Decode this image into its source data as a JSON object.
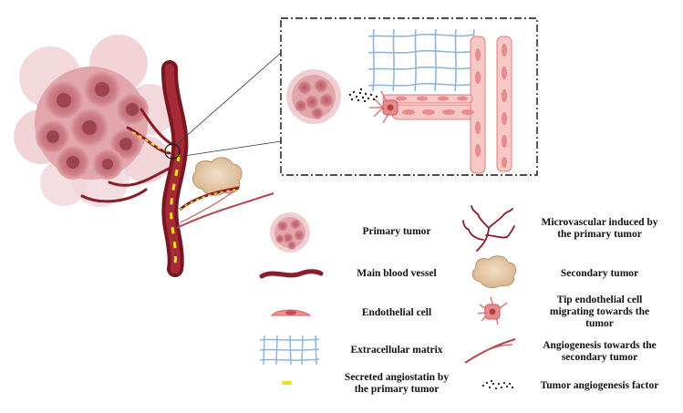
{
  "legend": {
    "primary_tumor": "Primary tumor",
    "main_blood_vessel": "Main blood vessel",
    "endothelial_cell": "Endothelial cell",
    "extracellular_matrix": "Extracellular matrix",
    "secreted_angiostatin": "Secreted angiostatin by\nthe primary tumor",
    "microvascular": "Microvascular induced by\nthe primary tumor",
    "secondary_tumor": "Secondary tumor",
    "tip_endothelial": "Tip endothelial cell\nmigrating towards the\ntumor",
    "angiogenesis_secondary": "Angiogenesis towards the\nsecondary tumor",
    "angiogenesis_factor": "Tumor angiogenesis factor"
  },
  "colors": {
    "tumor_light": "#e7b3b8",
    "tumor_mid": "#cf7f88",
    "tumor_dark": "#a9505a",
    "vessel_dark": "#7a1620",
    "vessel_mid": "#a02a35",
    "angiostatin": "#f3e21a",
    "endothelial": "#e98a8c",
    "matrix": "#8fb6d8",
    "secondary_tumor": "#e6c9a8",
    "frame": "#222222"
  }
}
